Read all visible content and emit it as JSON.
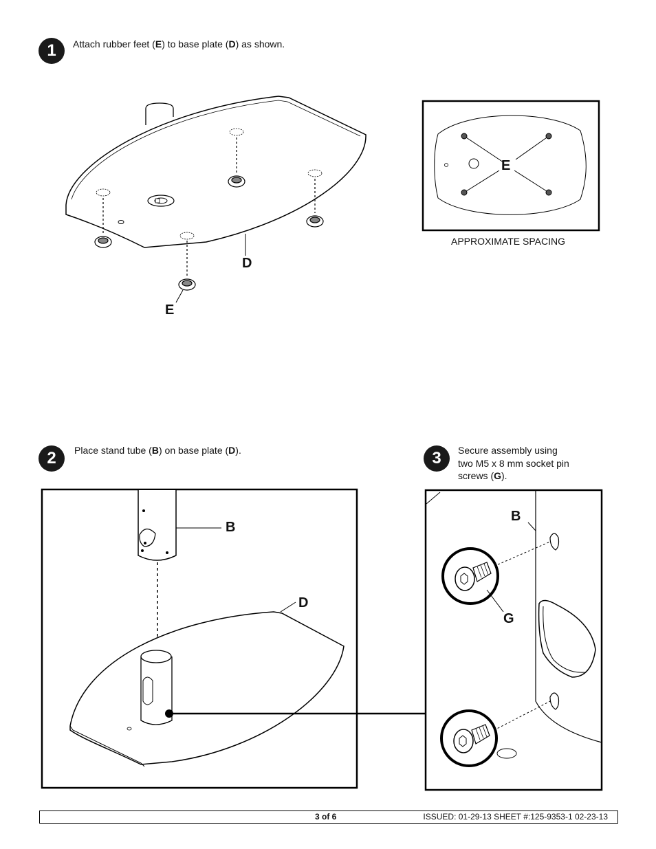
{
  "steps": [
    {
      "number": "1",
      "pre": "Attach rubber feet (",
      "b1": "E",
      "mid": ") to base plate (",
      "b2": "D",
      "post": ") as shown."
    },
    {
      "number": "2",
      "pre": "Place stand tube (",
      "b1": "B",
      "mid": ") on base plate (",
      "b2": "D",
      "post": ")."
    },
    {
      "number": "3",
      "line1": "Secure assembly using",
      "line2": "two M5 x 8 mm socket pin",
      "line3pre": "screws (",
      "b1": "G",
      "line3post": ")."
    }
  ],
  "step1_labels": {
    "plate": "D",
    "foot": "E",
    "inset_feet": "E"
  },
  "inset_caption": "APPROXIMATE SPACING",
  "step2_labels": {
    "tube": "B",
    "plate": "D"
  },
  "step3_labels": {
    "tube": "B",
    "screw": "G"
  },
  "footer": {
    "page": "3 of 6",
    "issued": "ISSUED: 01-29-13  SHEET #:125-9353-1 02-23-13"
  }
}
